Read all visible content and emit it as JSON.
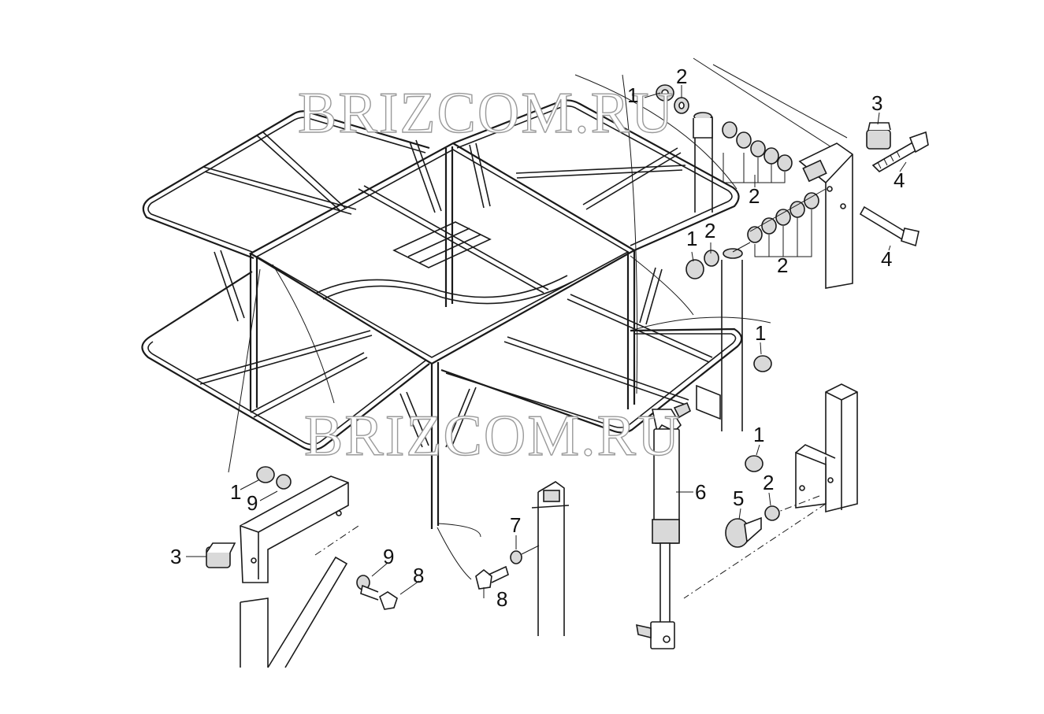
{
  "watermark": "BRIZCOM.RU",
  "callouts": [
    {
      "id": "c-1a",
      "text": "1"
    },
    {
      "id": "c-2a",
      "text": "2"
    },
    {
      "id": "c-2b",
      "text": "2"
    },
    {
      "id": "c-3a",
      "text": "3"
    },
    {
      "id": "c-4a",
      "text": "4"
    },
    {
      "id": "c-1b",
      "text": "1"
    },
    {
      "id": "c-2c",
      "text": "2"
    },
    {
      "id": "c-2d",
      "text": "2"
    },
    {
      "id": "c-4b",
      "text": "4"
    },
    {
      "id": "c-1c",
      "text": "1"
    },
    {
      "id": "c-1d",
      "text": "1"
    },
    {
      "id": "c-2e",
      "text": "2"
    },
    {
      "id": "c-5",
      "text": "5"
    },
    {
      "id": "c-6",
      "text": "6"
    },
    {
      "id": "c-7",
      "text": "7"
    },
    {
      "id": "c-8a",
      "text": "8"
    },
    {
      "id": "c-9a",
      "text": "9"
    },
    {
      "id": "c-8b",
      "text": "8"
    },
    {
      "id": "c-1e",
      "text": "1"
    },
    {
      "id": "c-9b",
      "text": "9"
    },
    {
      "id": "c-3b",
      "text": "3"
    }
  ]
}
